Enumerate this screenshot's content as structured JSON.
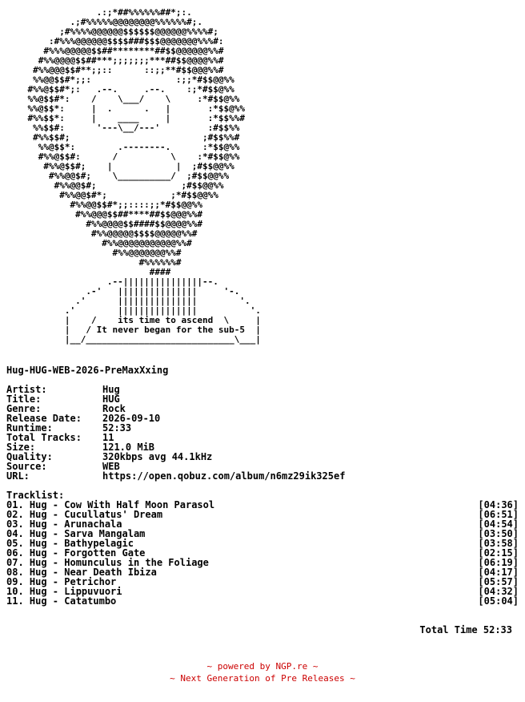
{
  "ascii_art": "                 .:;*##%%%%%%##*;:.\n            .;#%%%%%@@@@@@@@%%%%%%#;.\n          ;#%%%%@@@@@@$$$$$$@@@@@@%%%%#;\n        :#%%%@@@@@@$$$$###$$$@@@@@@@%%%#:\n       #%%%@@@@@$$##********##$$@@@@@@%%#\n      #%%@@@@$$##***;;;;;;;***##$$@@@@%%#\n     #%%@@@$$#**;;::      ::;;**#$$@@@%%#\n     %%@@$$#*;;:                :;;*#$$@@%%\n    #%%@$$#*;:   .--.     .--.    :;*#$$@%%\n    %%@$$#*:    /    \\___/    \\     :*#$$@%%\n    %%@$$*:     |  .      .   |       :*$$@%%\n    #%%$$*:     |    ____     |       :*$$%%#\n     %%$$#:      '---\\__/---'         :#$$%%\n     #%%$$#;                         ;#$$%%#\n      %%@$$*:        .--------.      :*$$@%%\n      #%%@$$#:      /          \\    :*#$$@%%\n       #%%@$$#;    |            |  ;#$$@@%%\n        #%%@@$#;    \\__________/  ;#$$@@%%\n         #%%@@$#;                ;#$$@@%%\n          #%%@@$#*;            ;*#$$@@%%\n            #%%@@$$#*;;::::;;*#$$@@%%\n             #%%@@@$$##****##$$@@@%%#\n               #%%@@@@$$####$$@@@@%%#\n                #%%@@@@@$$$$@@@@@%%#\n                  #%%@@@@@@@@@@@%%#\n                    #%%@@@@@@@%%#\n                         #%%%%%%#\n                           ####\n                   .--|||||||||||||||--.\n               .-'   |||||||||||||||     '-.\n             .'      |||||||||||||||        '.\n           .'        |||||||||||||||          '.\n           |    /    its time to ascend  \\     |\n           |   / It never began for the sub-5  |\n           |__/____________________________\\___|",
  "release_name": "Hug-HUG-WEB-2026-PreMaxXxing",
  "info": [
    {
      "key": "Artist:",
      "value": "Hug"
    },
    {
      "key": "Title:",
      "value": "HUG"
    },
    {
      "key": "Genre:",
      "value": "Rock"
    },
    {
      "key": "Release Date:",
      "value": "2026-09-10"
    },
    {
      "key": "Runtime:",
      "value": "52:33"
    },
    {
      "key": "Total Tracks:",
      "value": "11"
    },
    {
      "key": "Size:",
      "value": "121.0 MiB"
    },
    {
      "key": "Quality:",
      "value": "320kbps avg 44.1kHz"
    },
    {
      "key": "Source:",
      "value": "WEB"
    },
    {
      "key": "URL:",
      "value": "https://open.qobuz.com/album/n6mz29ik325ef"
    }
  ],
  "tracklist_label": "Tracklist:",
  "tracks": [
    {
      "title": "01. Hug - Cow With Half Moon Parasol",
      "time": "[04:36]"
    },
    {
      "title": "02. Hug - Cucullatus' Dream",
      "time": "[06:51]"
    },
    {
      "title": "03. Hug - Arunachala",
      "time": "[04:54]"
    },
    {
      "title": "04. Hug - Sarva Mangalam",
      "time": "[03:50]"
    },
    {
      "title": "05. Hug - Bathypelagic",
      "time": "[03:58]"
    },
    {
      "title": "06. Hug - Forgotten Gate",
      "time": "[02:15]"
    },
    {
      "title": "07. Hug - Homunculus in the Foliage",
      "time": "[06:19]"
    },
    {
      "title": "08. Hug - Near Death Ibiza",
      "time": "[04:17]"
    },
    {
      "title": "09. Hug - Petrichor",
      "time": "[05:57]"
    },
    {
      "title": "10. Hug - Lippuvuori",
      "time": "[04:32]"
    },
    {
      "title": "11. Hug - Catatumbo",
      "time": "[05:04]"
    }
  ],
  "total_time": "Total Time 52:33",
  "footer": {
    "line1": "~ powered by NGP.re ~",
    "line2": "~ Next Generation of Pre Releases ~",
    "color": "#cc0000"
  }
}
